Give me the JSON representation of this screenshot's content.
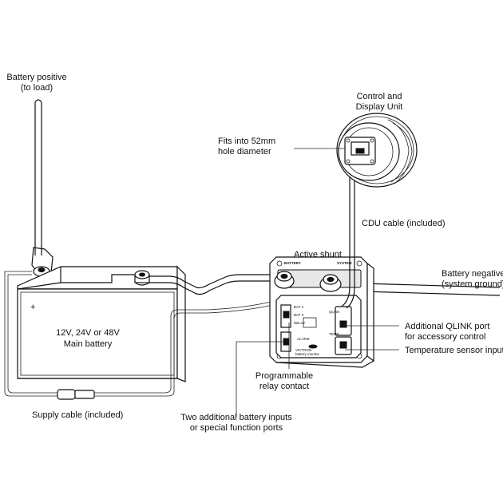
{
  "labels": {
    "battery_positive_line1": "Battery positive",
    "battery_positive_line2": "(to load)",
    "cdu_title_line1": "Control and",
    "cdu_title_line2": "Display Unit",
    "hole_line1": "Fits into 52mm",
    "hole_line2": "hole diameter",
    "cdu_cable": "CDU cable (included)",
    "active_shunt": "Active shunt",
    "battery_negative_line1": "Battery negative",
    "battery_negative_line2": "(system ground)",
    "battery_line1": "12V, 24V or 48V",
    "battery_line2": "Main battery",
    "qlink_line1": "Additional QLINK port",
    "qlink_line2": "for accessory control",
    "temp_sensor": "Temperature sensor input",
    "relay_line1": "Programmable",
    "relay_line2": "relay contact",
    "supply_cable": "Supply cable (included)",
    "inputs_line1": "Two additional battery inputs",
    "inputs_line2": "or special function ports",
    "battery_plus": "+"
  },
  "shunt_markings": {
    "battery": "BATTERY",
    "system": "SYSTEM",
    "bat2": "BAT 2",
    "bat3": "BAT 3",
    "relay": "RELAY",
    "alarm": "ALARM",
    "qlink": "QLINK",
    "temp": "TEMP",
    "brand": "VICTRON",
    "model": "battery monitor"
  }
}
